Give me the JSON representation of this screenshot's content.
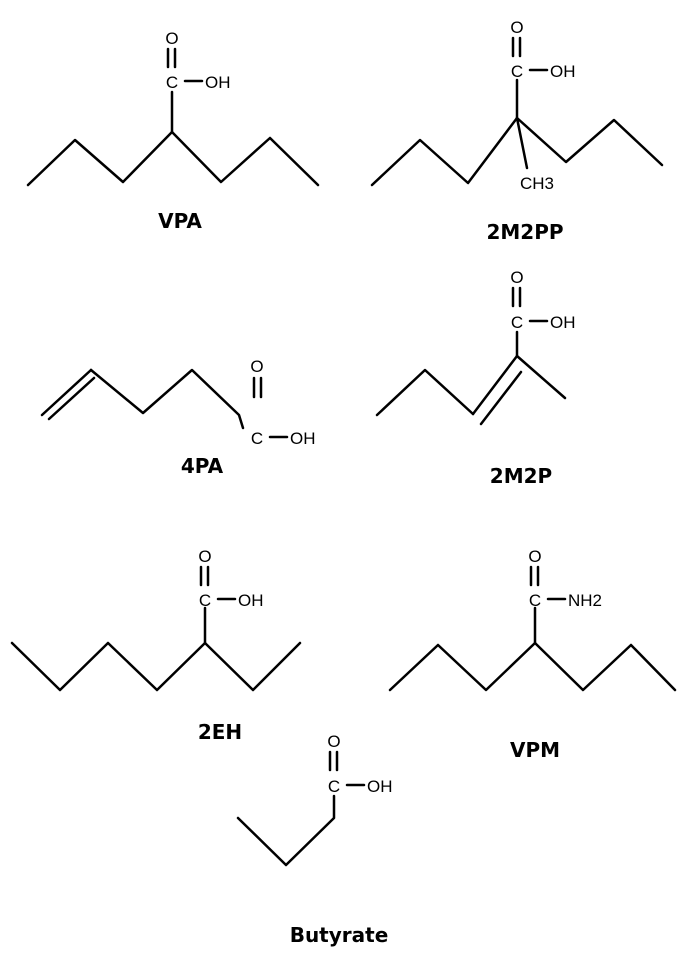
{
  "molecules": {
    "vpa": {
      "name": "VPA",
      "carbon": "C",
      "oxygen": "O",
      "hydroxyl": "OH"
    },
    "m2pp": {
      "name": "2M2PP",
      "carbon": "C",
      "oxygen": "O",
      "hydroxyl": "OH",
      "methyl": "CH3"
    },
    "pa4": {
      "name": "4PA",
      "carbon": "C",
      "oxygen": "O",
      "hydroxyl": "OH"
    },
    "m2p": {
      "name": "2M2P",
      "carbon": "C",
      "oxygen": "O",
      "hydroxyl": "OH"
    },
    "eh2": {
      "name": "2EH",
      "carbon": "C",
      "oxygen": "O",
      "hydroxyl": "OH"
    },
    "vpm": {
      "name": "VPM",
      "carbon": "C",
      "oxygen": "O",
      "amine": "NH2"
    },
    "butyrate": {
      "name": "Butyrate",
      "carbon": "C",
      "oxygen": "O",
      "hydroxyl": "OH"
    }
  }
}
